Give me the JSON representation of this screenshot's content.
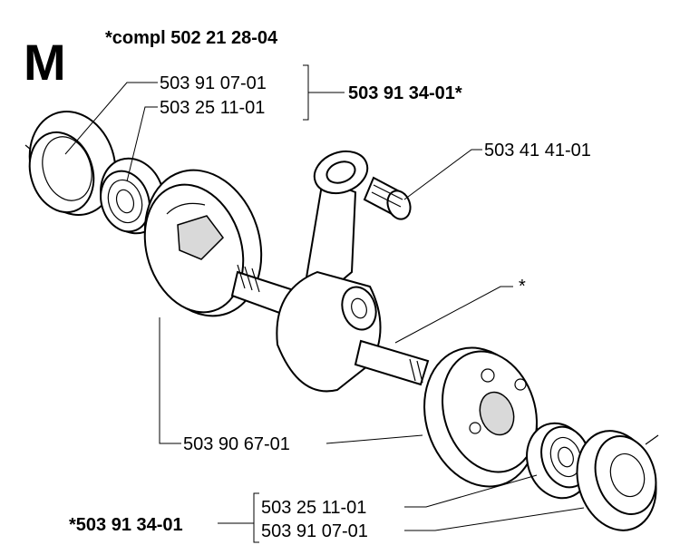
{
  "section_letter": "M",
  "header_note": "*compl 502 21 28-04",
  "labels": {
    "top_bearing_seal": "503 91 07-01",
    "top_bearing": "503 25 11-01",
    "top_kit": "503 91 34-01*",
    "needle_bearing": "503 41 41-01",
    "crank_asterisk": "*",
    "crank_half": "503 90 67-01",
    "bottom_kit": "*503 91 34-01",
    "bottom_bearing": "503 25 11-01",
    "bottom_bearing_seal": "503 91 07-01"
  }
}
